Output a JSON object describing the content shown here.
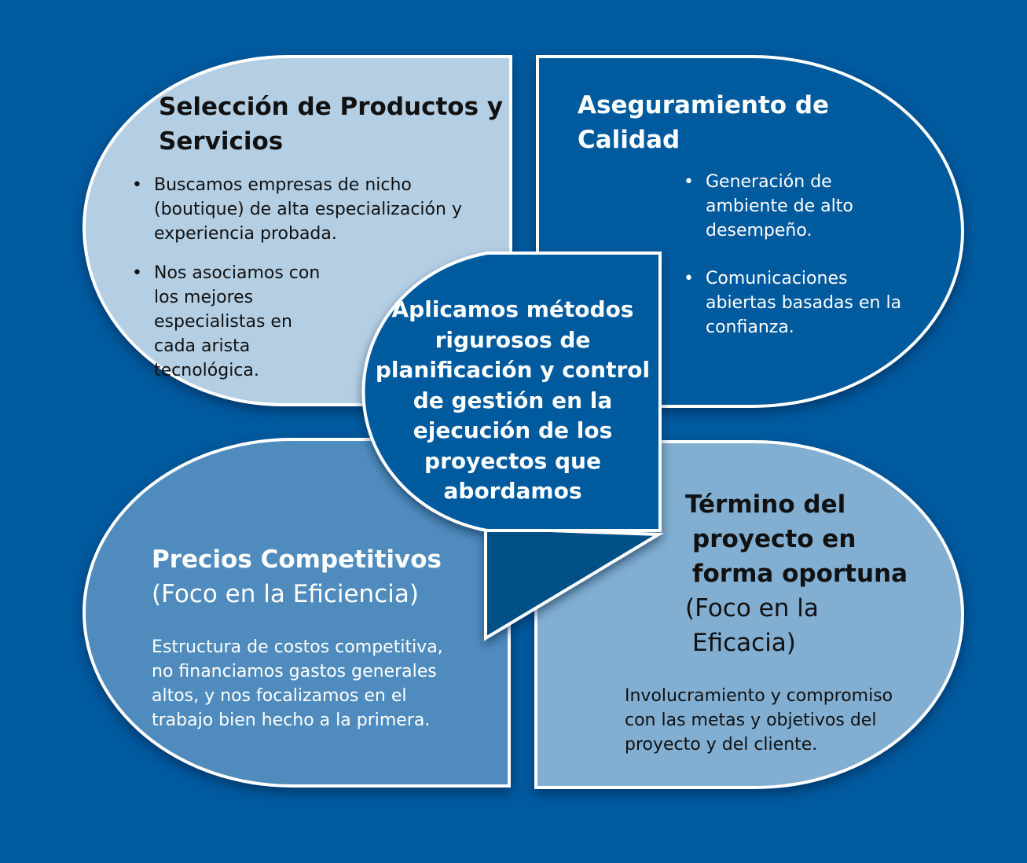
{
  "colors": {
    "background": "#005a9e",
    "top_left_fill": "#b4cfe4",
    "top_right_fill": "#005a9e",
    "bottom_left_fill": "#4f8cbd",
    "bottom_right_fill": "#81aed1",
    "callout_fill": "#005a9e",
    "callout_tail_fill": "#004f85",
    "border": "#ffffff"
  },
  "top_left": {
    "title_line1": "Selección de Productos y",
    "title_line2": "Servicios",
    "bullets": [
      "Buscamos empresas de nicho (boutique) de alta especialización y experiencia probada.",
      "Nos asociamos con los mejores especialistas en cada arista tecnológica."
    ]
  },
  "top_right": {
    "title_line1": "Aseguramiento de",
    "title_line2": "Calidad",
    "bullets": [
      "Generación de ambiente de alto desempeño.",
      "Comunicaciones abiertas basadas en la confianza."
    ]
  },
  "center": {
    "lines": [
      "Aplicamos métodos",
      "rigurosos de",
      "planificación y control",
      "de gestión en la",
      "ejecución de los",
      "proyectos que",
      "abordamos"
    ]
  },
  "bottom_left": {
    "title": "Precios Competitivos",
    "subtitle": "(Foco en la Eficiencia)",
    "body": "Estructura de costos competitiva, no financiamos gastos generales altos, y nos focalizamos en el trabajo bien hecho a la primera."
  },
  "bottom_right": {
    "title_lines": [
      "Término del",
      "proyecto en",
      "forma oportuna"
    ],
    "subtitle_lines": [
      "(Foco en la",
      "Eficacia)"
    ],
    "body": "Involucramiento y compromiso con las metas y objetivos del proyecto y del cliente."
  }
}
